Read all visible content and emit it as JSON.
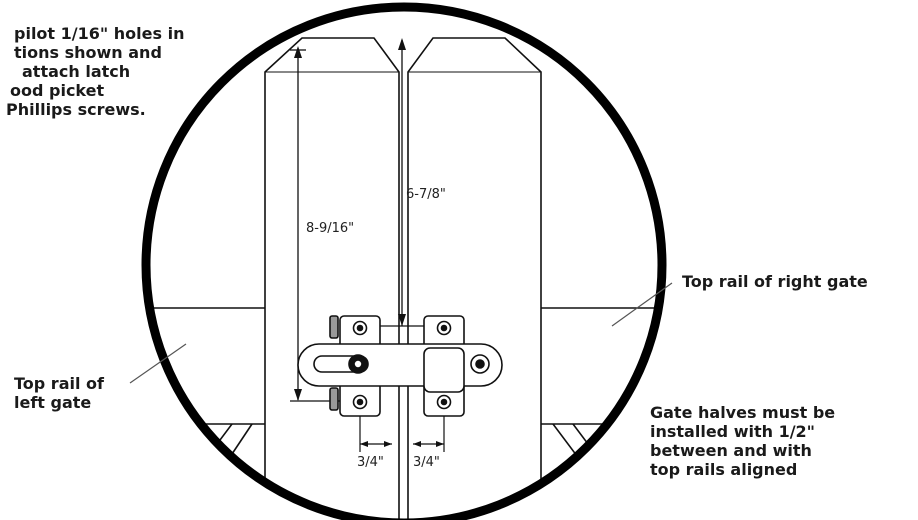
{
  "instructions": [
    "pilot 1/16\" holes in",
    "tions shown and",
    "attach latch",
    "ood picket",
    "Phillips screws."
  ],
  "labels": {
    "top_rail_right": "Top rail of right gate",
    "top_rail_left_1": "Top rail of",
    "top_rail_left_2": "left gate",
    "gap_note": [
      "Gate halves must be",
      "installed with 1/2\"",
      "between and with",
      "top rails aligned"
    ]
  },
  "dimensions": {
    "left_height": "8-9/16\"",
    "right_height": "6-7/8\"",
    "left_offset": "3/4\"",
    "right_offset": "3/4\""
  },
  "colors": {
    "ink": "#111111",
    "fill": "#ffffff"
  }
}
